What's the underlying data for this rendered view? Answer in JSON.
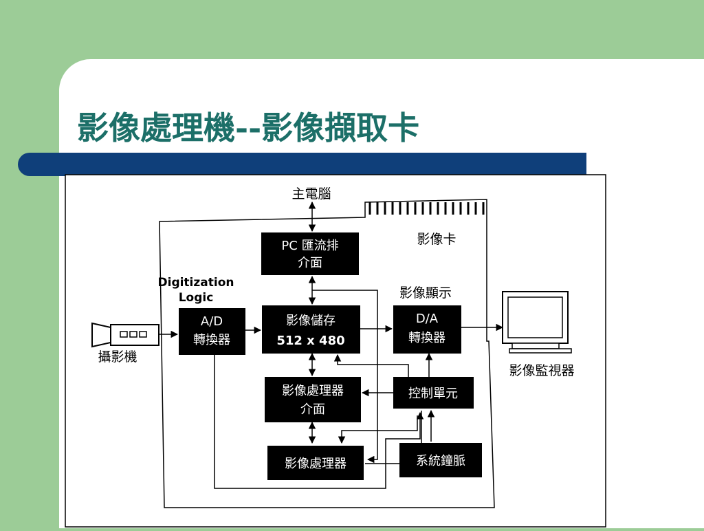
{
  "slide": {
    "title": "影像處理機--影像擷取卡"
  },
  "diagram": {
    "host": "主電腦",
    "card_label": "影像卡",
    "digitization_label": [
      "Digitization",
      "Logic"
    ],
    "display_label": "影像顯示",
    "camera_label": "攝影機",
    "monitor_label": "影像監視器",
    "blocks": {
      "pc_bus": [
        "PC 匯流排",
        "介面"
      ],
      "ad": [
        "A/D",
        "轉換器"
      ],
      "memory": [
        "影像儲存",
        "512 x 480"
      ],
      "da": [
        "D/A",
        "轉換器"
      ],
      "processor_interface": [
        "影像處理器",
        "介面"
      ],
      "control": [
        "控制單元"
      ],
      "processor": [
        "影像處理器"
      ],
      "clock": [
        "系統鐘脈"
      ]
    }
  },
  "colors": {
    "background_green": "#9ccc97",
    "title_teal": "#1c6f68",
    "bar_navy": "#0f3f7a",
    "block_fill": "#000000",
    "block_text": "#ffffff"
  }
}
